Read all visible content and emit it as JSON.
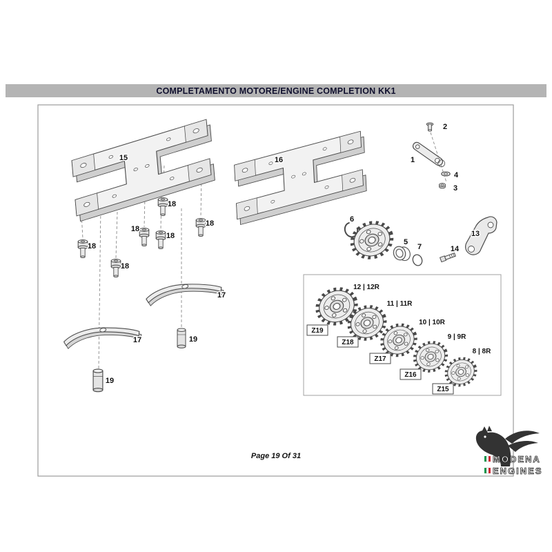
{
  "colors": {
    "title_bar_bg": "#b4b4b4",
    "title_text": "#10102e",
    "frame_border": "#9b9b9b"
  },
  "header": {
    "title": "COMPLETAMENTO MOTORE/ENGINE COMPLETION KK1"
  },
  "footer": {
    "page_text": "Page 19 Of 31"
  },
  "logo": {
    "line1": "MODENA",
    "line2": "ENGINES"
  },
  "diagram": {
    "part_labels": {
      "n1": "1",
      "n2": "2",
      "n3": "3",
      "n4": "4",
      "n5": "5",
      "n6": "6",
      "n7": "7",
      "n13": "13",
      "n14": "14",
      "n15": "15",
      "n16": "16",
      "n17": "17",
      "n18": "18",
      "n19": "19"
    },
    "sprockets": [
      {
        "teeth": "12 | 12R",
        "code": "Z19"
      },
      {
        "teeth": "11 | 11R",
        "code": "Z18"
      },
      {
        "teeth": "10 | 10R",
        "code": "Z17"
      },
      {
        "teeth": "9 | 9R",
        "code": "Z16"
      },
      {
        "teeth": "8 | 8R",
        "code": "Z15"
      }
    ]
  }
}
